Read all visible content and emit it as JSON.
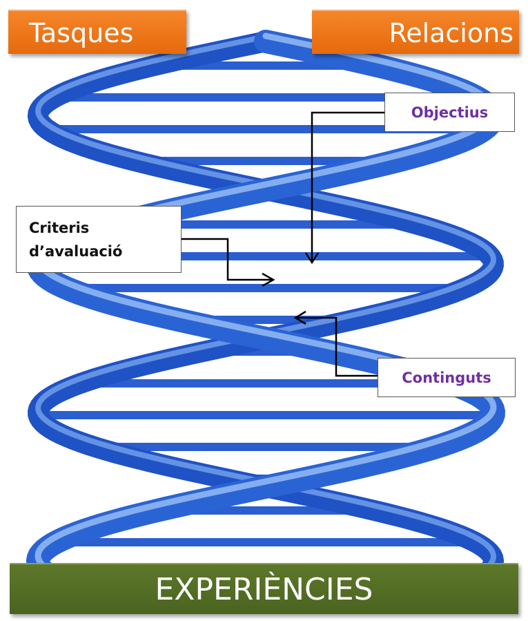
{
  "labels": {
    "tasques": "Tasques",
    "relacions": "Relacions",
    "objectius": "Objectius",
    "criteris_line1": "Criteris",
    "criteris_line2": "d’avaluació",
    "continguts": "Continguts",
    "experiencies": "EXPERIÈNCIES"
  },
  "colors": {
    "orange": "#ee7417",
    "green": "#536e26",
    "purple_text": "#7030a0",
    "helix_blue": "#2a64d4"
  }
}
